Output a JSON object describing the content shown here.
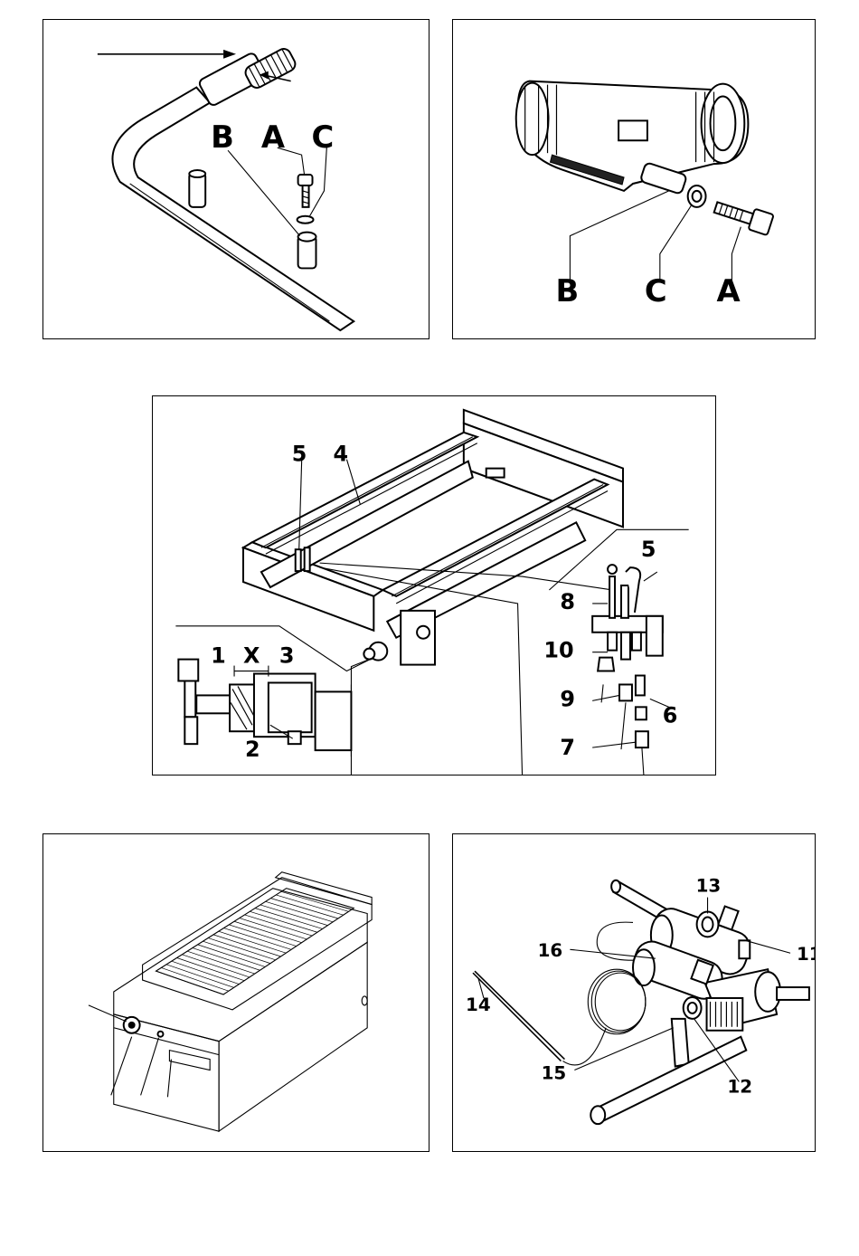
{
  "panel_top_left": {
    "labels": [
      "B",
      "A",
      "C"
    ]
  },
  "panel_top_right": {
    "labels": [
      "B",
      "C",
      "A"
    ]
  },
  "panel_middle": {
    "labels": [
      "5",
      "4",
      "5",
      "8",
      "10",
      "9",
      "6",
      "7",
      "1",
      "X",
      "3",
      "2"
    ]
  },
  "panel_bottom_right": {
    "labels": [
      "13",
      "11",
      "16",
      "14",
      "15",
      "12"
    ]
  }
}
